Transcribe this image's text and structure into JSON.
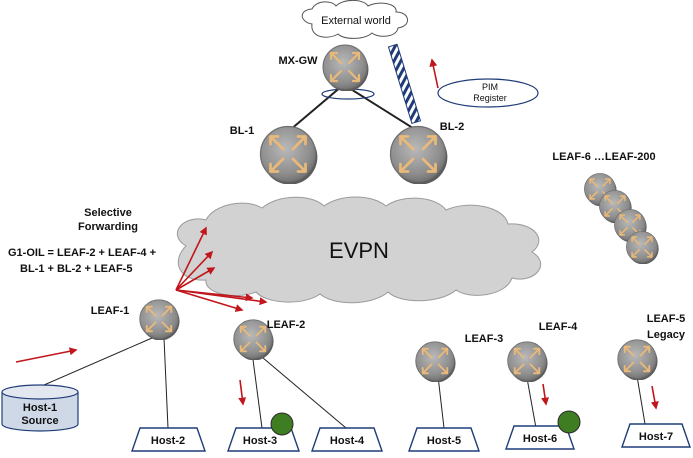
{
  "diagram": {
    "cloud_top_label": "External world",
    "evpn_label": "EVPN",
    "mx_gw_label": "MX-GW",
    "bl1_label": "BL-1",
    "bl2_label": "BL-2",
    "pim_register_line1": "PIM",
    "pim_register_line2": "Register",
    "leaf_group_label": "LEAF-6 …LEAF-200",
    "selective_line1": "Selective",
    "selective_line2": "Forwarding",
    "oil_line1": "G1-OIL = LEAF-2 + LEAF-4 +",
    "oil_line2": "BL-1 + BL-2 + LEAF-5",
    "leaf1_label": "LEAF-1",
    "leaf2_label": "LEAF-2",
    "leaf3_label": "LEAF-3",
    "leaf4_label": "LEAF-4",
    "leaf5_line1": "LEAF-5",
    "leaf5_line2": "Legacy",
    "host1_line1": "Host-1",
    "host1_line2": "Source",
    "host2_label": "Host-2",
    "host3_label": "Host-3",
    "host4_label": "Host-4",
    "host5_label": "Host-5",
    "host6_label": "Host-6",
    "host7_label": "Host-7"
  },
  "colors": {
    "router_body": "#9a9a9a",
    "router_arrow": "#e8b97a",
    "arrow_red": "#c0161c",
    "cloud_gray": "#d2d2d2",
    "host_border": "#1f3c78",
    "receiver_green": "#3e7d22"
  }
}
